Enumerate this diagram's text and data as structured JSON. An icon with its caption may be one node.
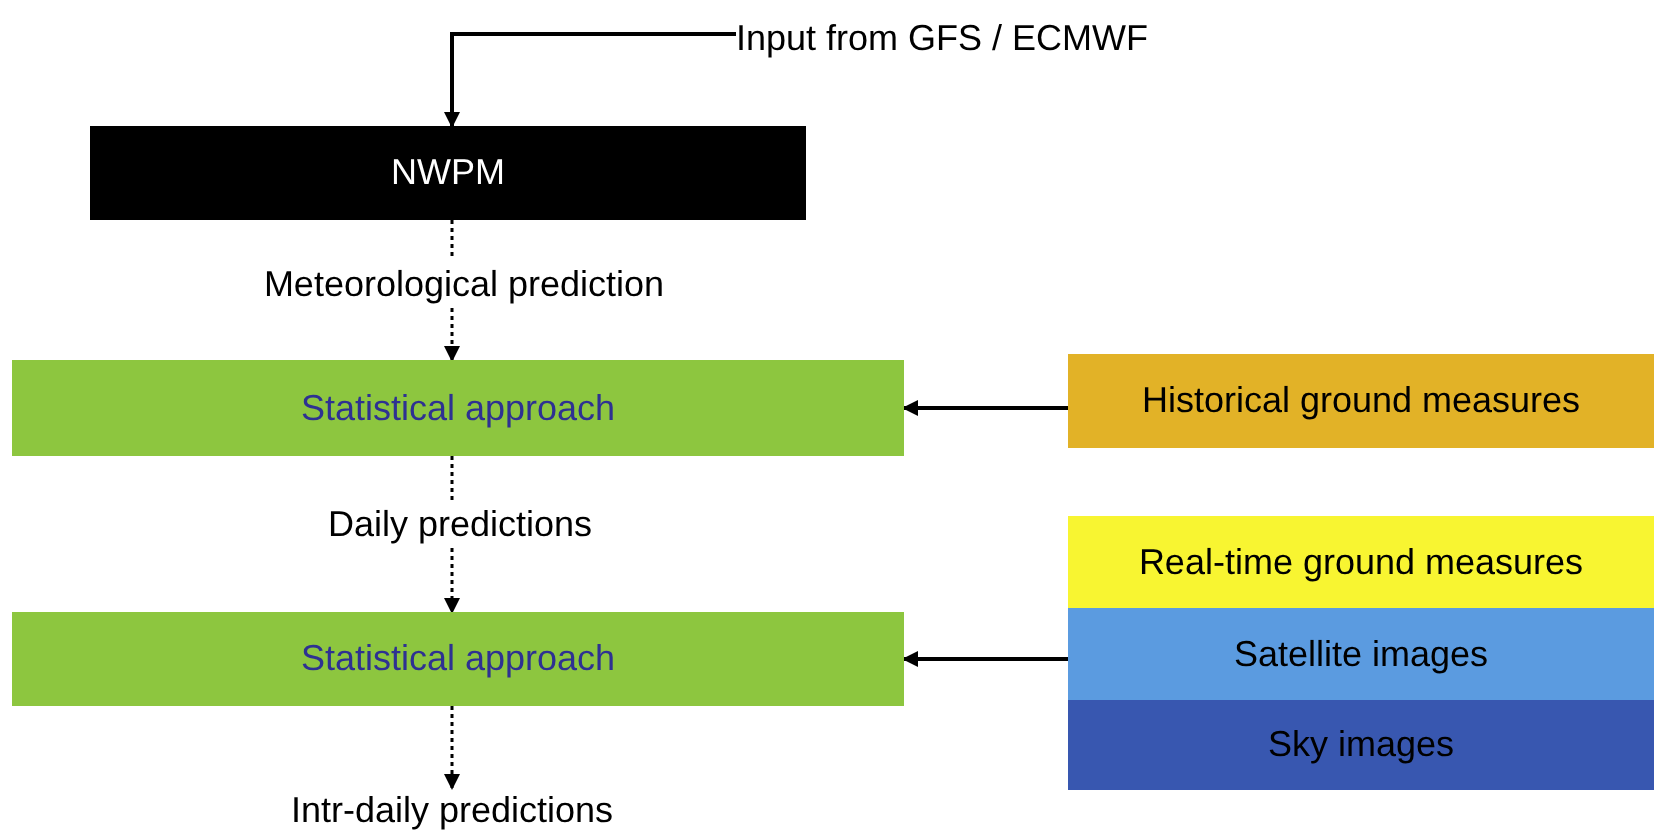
{
  "diagram": {
    "nodes": [
      {
        "text": [
          "Input from GFS / ECMWF"
        ]
      },
      {
        "text": [
          "NWPM"
        ]
      },
      {
        "text": [
          "Meteorological prediction"
        ]
      },
      {
        "text": [
          "Statistical approach"
        ]
      },
      {
        "text": [
          "Historical ground measures"
        ]
      },
      {
        "text": [
          "Daily predictions"
        ]
      },
      {
        "text": [
          "Statistical approach"
        ]
      },
      {
        "text": [
          "Real-time ground measures"
        ]
      },
      {
        "text": [
          "Satellite images"
        ]
      },
      {
        "text": [
          "Sky images"
        ]
      },
      {
        "text": [
          "Intr-daily predictions"
        ]
      }
    ],
    "edges": [
      {
        "from": 0,
        "to": 1,
        "arrow": "to"
      },
      {
        "from": 1,
        "to": 2,
        "arrow": "none",
        "style": "dashed"
      },
      {
        "from": 2,
        "to": 3,
        "arrow": "to",
        "style": "dashed"
      },
      {
        "from": 4,
        "to": 3,
        "arrow": "to"
      },
      {
        "from": 3,
        "to": 5,
        "arrow": "none",
        "style": "dashed"
      },
      {
        "from": 5,
        "to": 6,
        "arrow": "to",
        "style": "dashed"
      },
      {
        "from": 8,
        "to": 6,
        "arrow": "to"
      },
      {
        "from": 6,
        "to": 10,
        "arrow": "to",
        "style": "dashed"
      }
    ]
  }
}
